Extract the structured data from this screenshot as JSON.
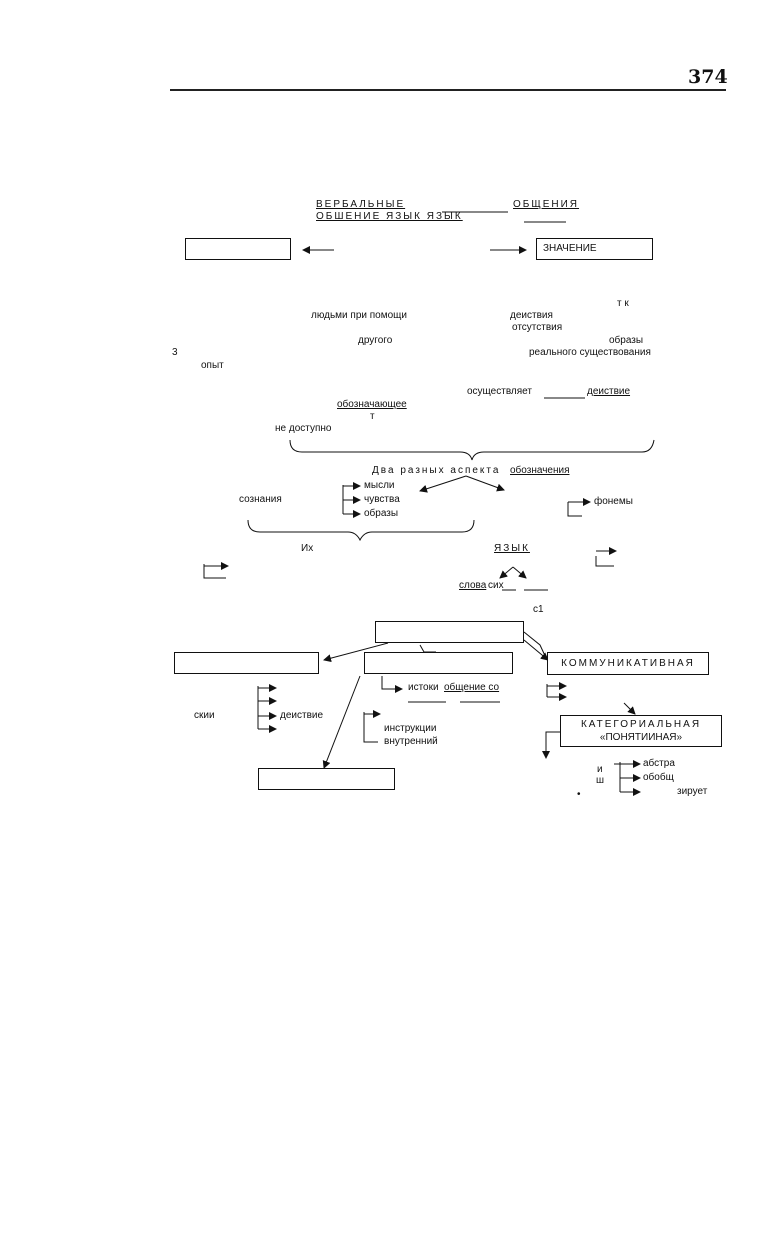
{
  "page_number": "374",
  "heading": {
    "line1_left": "ВЕРБАЛЬНЫЕ",
    "line1_right": "ОБЩЕНИЯ",
    "line2": "ОБШЕНИЕ  ЯЗЫК ЯЗЫК"
  },
  "top_row": {
    "right_box": "ЗНАЧЕНИЕ"
  },
  "paragraph": {
    "tk": "т к",
    "people": "людьми при помощи",
    "action": "деиствия",
    "absence": "отсутствия",
    "other": "другого",
    "images": "образы",
    "three": "3",
    "real": "реального существования",
    "exp": "опыт",
    "performs": "осуществляет",
    "action2": "деиствие",
    "signifier": "обозначающее",
    "t": "т",
    "not_avail": "не доступно"
  },
  "aspects": {
    "title_spaced": "Два разных аспекта",
    "title_u": "обозначения",
    "consciousness": "сознания",
    "items": [
      "мысли",
      "чувства",
      "образы"
    ],
    "phonemes": "фонемы",
    "their": "Их",
    "language": "ЯЗЫК",
    "words": "слова",
    "their2": "сих",
    "c1": "с1"
  },
  "functions": {
    "communicative": "КОММУНИКАТИВНАЯ",
    "categorial_line1": "КАТЕГОРИАЛЬНАЯ",
    "categorial_line2": "«ПОНЯТИИНАЯ»",
    "sources_prefix": "истоки",
    "sources_u": "общение со",
    "ski": "скии",
    "action3": "деиствие",
    "instr1": "инструкции",
    "instr2": "внутренний",
    "i1": "и",
    "i2": "ш",
    "abstr": "абстра",
    "gener": "обобщ",
    "zir": "зирует",
    "dot": "•"
  }
}
